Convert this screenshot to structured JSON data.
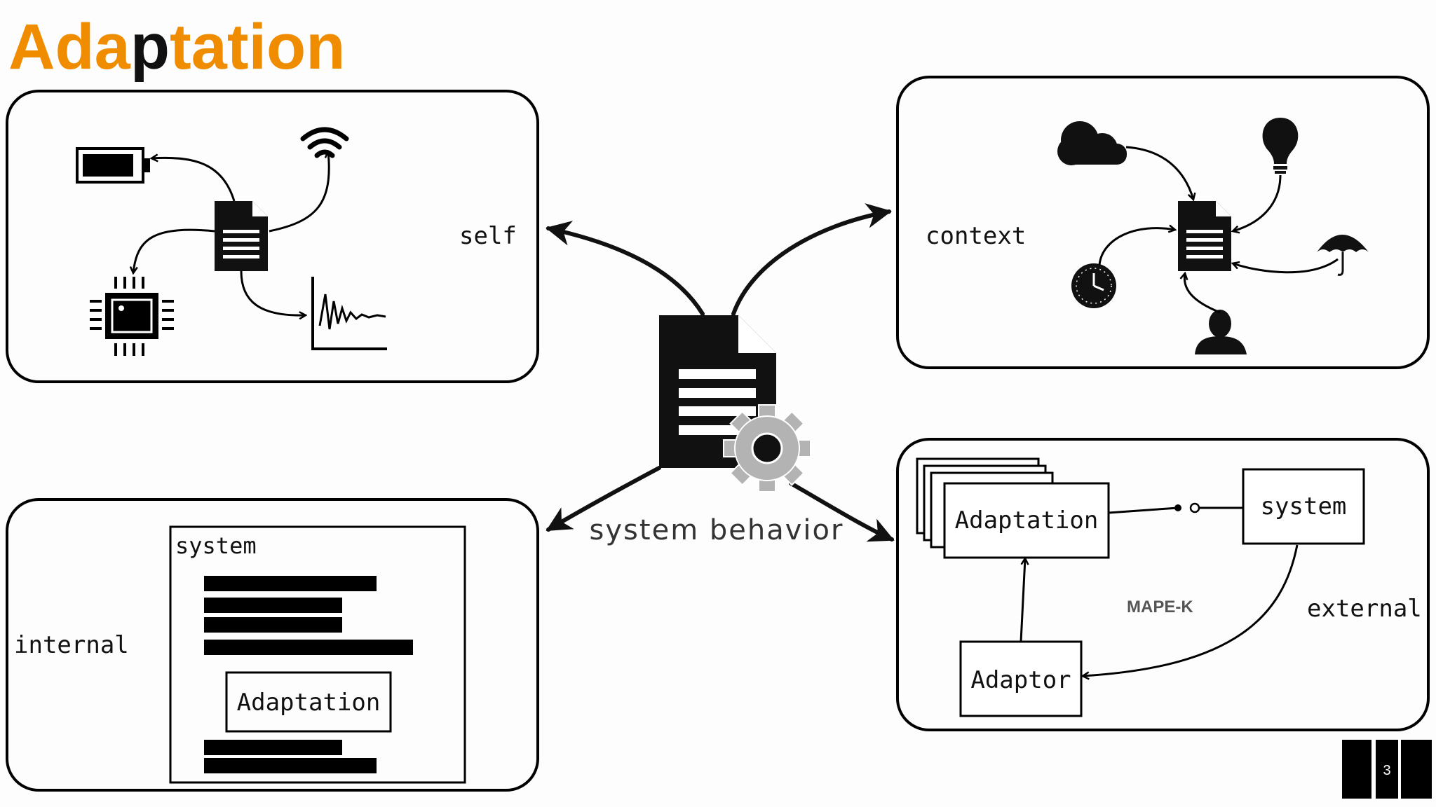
{
  "slide": {
    "title_prefix": "Ada",
    "title_highlight": "p",
    "title_suffix": "tation",
    "page_number": "3",
    "accent_color": "#ef8c00",
    "center_label": "system behavior"
  },
  "panels": {
    "self": {
      "label": "self"
    },
    "context": {
      "label": "context"
    },
    "internal": {
      "label": "internal",
      "system_label": "system",
      "adaptation_label": "Adaptation"
    },
    "external": {
      "label": "external",
      "adaptation_label": "Adaptation",
      "system_label": "system",
      "adaptor_label": "Adaptor",
      "mapek_label": "MAPE-K"
    }
  }
}
